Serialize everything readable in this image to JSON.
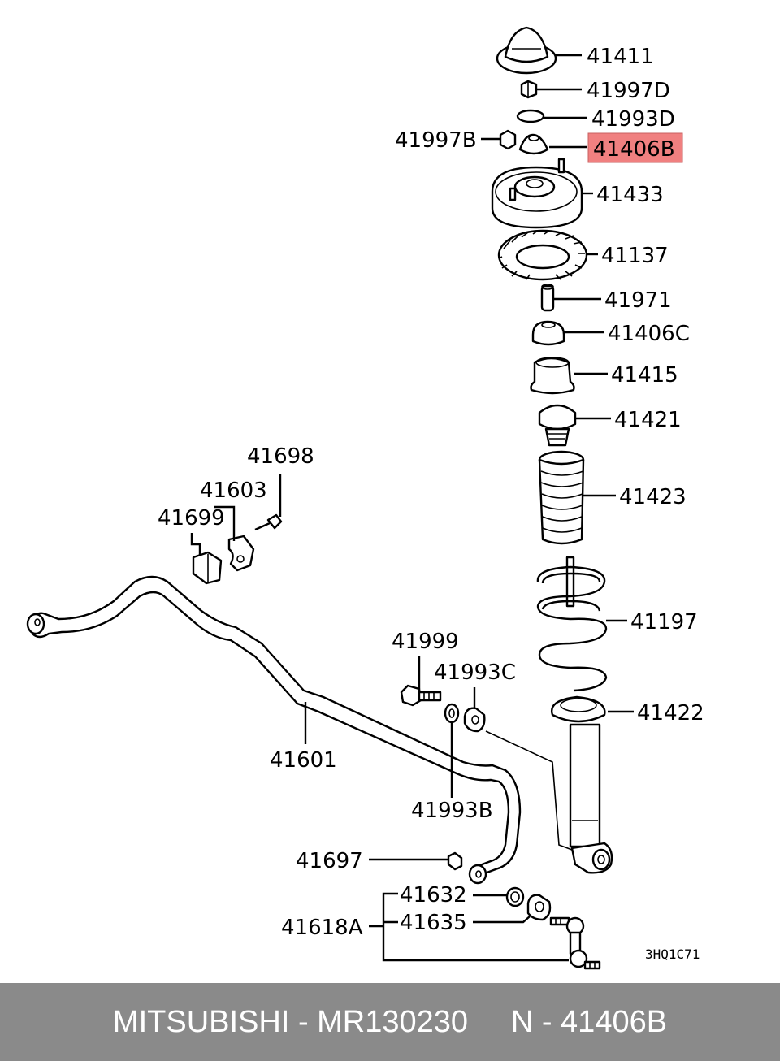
{
  "parts": {
    "p41411": "41411",
    "p41997D": "41997D",
    "p41993D": "41993D",
    "p41997B": "41997B",
    "p41406B": "41406B",
    "p41433": "41433",
    "p41137": "41137",
    "p41971": "41971",
    "p41406C": "41406C",
    "p41415": "41415",
    "p41421": "41421",
    "p41423": "41423",
    "p41197": "41197",
    "p41422": "41422",
    "p41698": "41698",
    "p41603": "41603",
    "p41699": "41699",
    "p41999": "41999",
    "p41993C": "41993C",
    "p41601": "41601",
    "p41993B": "41993B",
    "p41697": "41697",
    "p41632": "41632",
    "p41635": "41635",
    "p41618A": "41618A"
  },
  "diagram_code": "3HQ1C71",
  "highlight_color": "#f08080",
  "footer": {
    "text": "MITSUBISHI - MR130230     N - 41406B",
    "background": "#8a8a8a"
  }
}
